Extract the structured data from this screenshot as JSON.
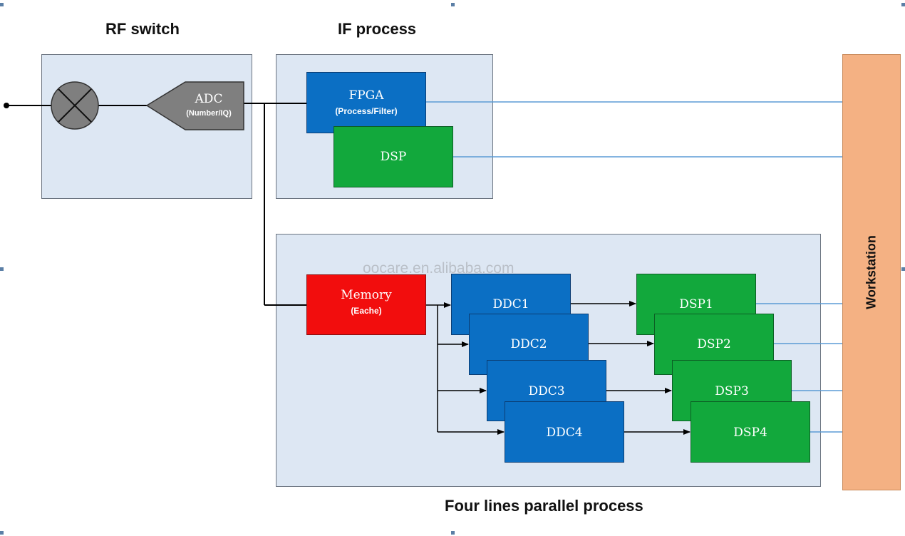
{
  "sections": {
    "rf_switch": "RF switch",
    "if_process": "IF process",
    "parallel": "Four lines parallel process"
  },
  "blocks": {
    "adc": {
      "label": "ADC",
      "sub": "(Number/IQ)"
    },
    "fpga": {
      "label": "FPGA",
      "sub": "(Process/Filter)"
    },
    "dsp": {
      "label": "DSP"
    },
    "memory": {
      "label": "Memory",
      "sub": "(Eache)"
    },
    "ddc": [
      "DDC1",
      "DDC2",
      "DDC3",
      "DDC4"
    ],
    "dsp_parallel": [
      "DSP1",
      "DSP2",
      "DSP3",
      "DSP4"
    ]
  },
  "workstation": "Workstation",
  "watermark": "oocare.en.alibaba.com",
  "colors": {
    "panel": "#dde7f3",
    "blue": "#0b6fc4",
    "green": "#12a83c",
    "red": "#f20d0d",
    "workstation": "#f4b183",
    "link_line": "#5b9bd5"
  }
}
